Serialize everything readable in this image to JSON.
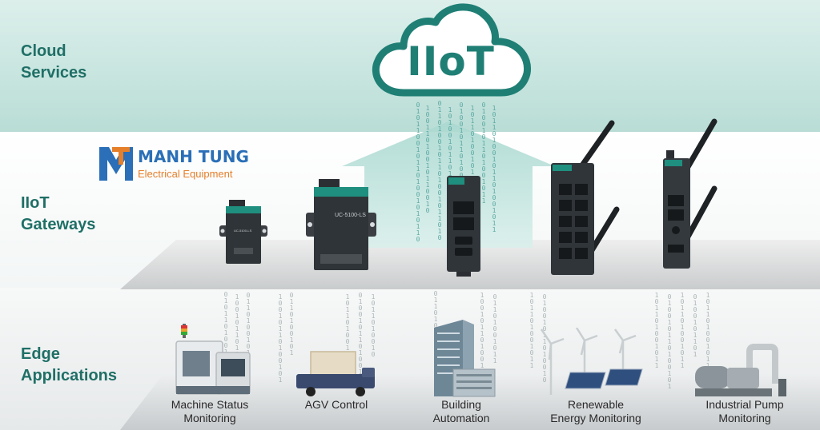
{
  "cloud": {
    "label": "IIoT"
  },
  "layers": [
    {
      "line1": "Cloud",
      "line2": "Services"
    },
    {
      "line1": "IIoT",
      "line2": "Gateways"
    },
    {
      "line1": "Edge",
      "line2": "Applications"
    }
  ],
  "logo": {
    "name": "MANH TUNG",
    "tagline": "Electrical Equipment"
  },
  "devices": [
    {
      "model": "UC-5100-LS"
    },
    {
      "model": "UC-5100-LS"
    },
    {
      "model": ""
    },
    {
      "model": ""
    },
    {
      "model": ""
    }
  ],
  "applications": [
    {
      "line1": "Machine Status",
      "line2": "Monitoring"
    },
    {
      "line1": "AGV Control",
      "line2": ""
    },
    {
      "line1": "Building",
      "line2": "Automation"
    },
    {
      "line1": "Renewable",
      "line2": "Energy Monitoring"
    },
    {
      "line1": "Industrial Pump",
      "line2": "Monitoring"
    }
  ],
  "colors": {
    "teal": "#1f7f75",
    "label": "#1f6f66",
    "logo_blue": "#2a6fb7",
    "logo_orange": "#e57f2a"
  }
}
